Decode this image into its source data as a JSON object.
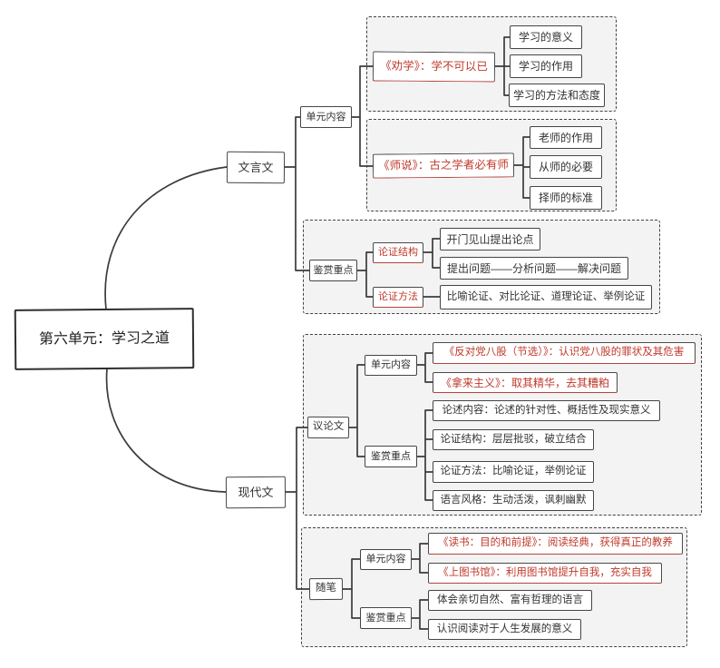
{
  "colors": {
    "accent_red": "#c0392b",
    "ink": "#3b3b3b"
  },
  "root": {
    "label": "第六单元：学习之道"
  },
  "classical": {
    "label": "文言文",
    "content": {
      "label": "单元内容",
      "quanxue": {
        "label": "《劝学》：学不可以已",
        "points": [
          "学习的意义",
          "学习的作用",
          "学习的方法和态度"
        ]
      },
      "shishuo": {
        "label": "《师说》：古之学者必有师",
        "points": [
          "老师的作用",
          "从师的必要",
          "择师的标准"
        ]
      }
    },
    "focus": {
      "label": "鉴赏重点",
      "structure": {
        "label": "论证结构",
        "points": [
          "开门见山提出论点",
          "提出问题——分析问题——解决问题"
        ]
      },
      "method": {
        "label": "论证方法",
        "points": [
          "比喻论证、对比论证、道理论证、举例论证"
        ]
      }
    }
  },
  "modern": {
    "label": "现代文",
    "argumentative": {
      "label": "议论文",
      "content": {
        "label": "单元内容",
        "points": [
          "《反对党八股（节选）》：认识党八股的罪状及其危害",
          "《拿来主义》：取其精华，去其糟粕"
        ]
      },
      "focus": {
        "label": "鉴赏重点",
        "points": [
          "论述内容：论述的针对性、概括性及现实意义",
          "论证结构：层层批驳，破立结合",
          "论证方法：比喻论证，举例论证",
          "语言风格：生动活泼，讽刺幽默"
        ]
      }
    },
    "essay": {
      "label": "随笔",
      "content": {
        "label": "单元内容",
        "points": [
          "《读书：目的和前提》：阅读经典，获得真正的教养",
          "《上图书馆》：利用图书馆提升自我，充实自我"
        ]
      },
      "focus": {
        "label": "鉴赏重点",
        "points": [
          "体会亲切自然、富有哲理的语言",
          "认识阅读对于人生发展的意义"
        ]
      }
    }
  }
}
